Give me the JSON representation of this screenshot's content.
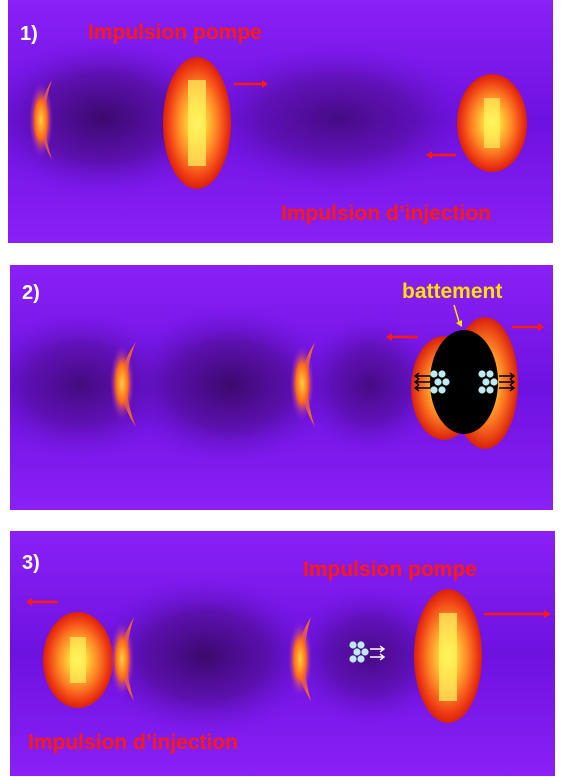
{
  "panels": [
    {
      "number": "1)",
      "labels": {
        "pump": "Impulsion pompe",
        "injection": "Impulsion d’injection"
      }
    },
    {
      "number": "2)",
      "labels": {
        "beat": "battement"
      }
    },
    {
      "number": "3)",
      "labels": {
        "pump": "Impulsion pompe",
        "injection": "Impulsion d’injection"
      }
    }
  ],
  "colors": {
    "background": "#7a18f0",
    "wake_dark": "#3d0a6a",
    "pulse_outer": "#e8260e",
    "pulse_inner": "#fff040",
    "label_red": "#ff1a10",
    "label_yellow": "#ffe000",
    "beat_zone": "#000000",
    "electrons": "#bfe9f0",
    "arrows": "#ff1a10"
  },
  "icons": [
    "pump-pulse",
    "injection-pulse",
    "plasma-wake-crest",
    "beat-zone",
    "electron-bunch",
    "propagation-arrow"
  ]
}
